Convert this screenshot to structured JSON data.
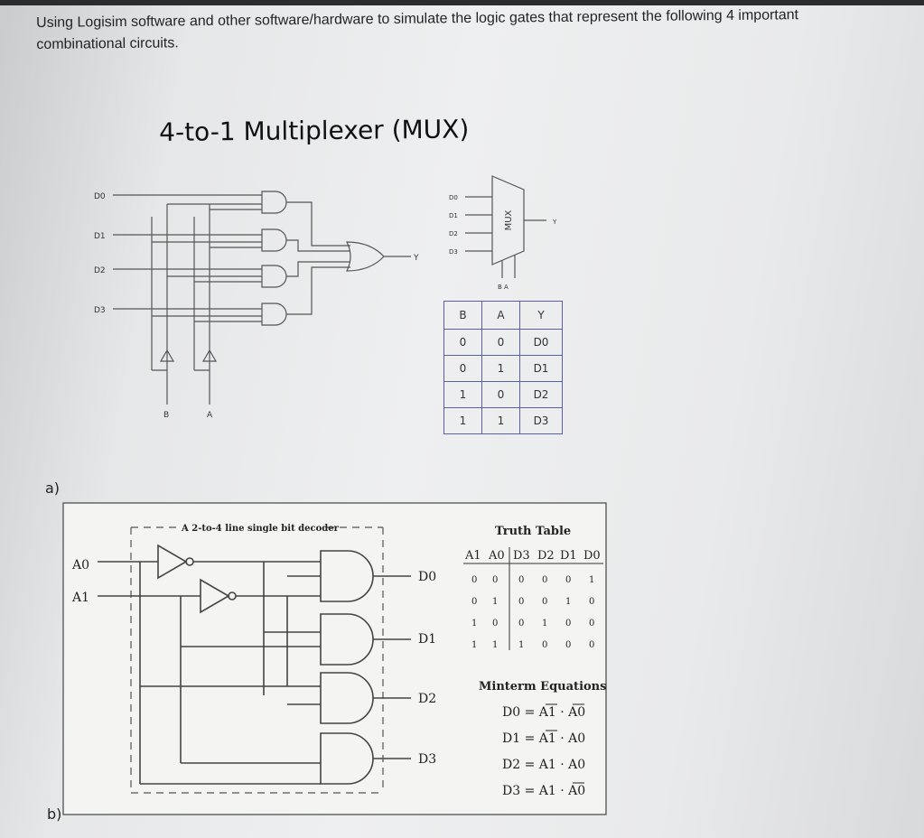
{
  "intro_text": "Using Logisim software and other software/hardware to simulate the logic gates that represent the following 4 important combinational circuits.",
  "mux": {
    "title": "4-to-1 Multiplexer (MUX)",
    "inputs": [
      "D0",
      "D1",
      "D2",
      "D3"
    ],
    "select_labels": [
      "B",
      "A"
    ],
    "output_label": "Y",
    "block_label": "MUX",
    "block_inputs": [
      "D0",
      "D1",
      "D2",
      "D3"
    ],
    "block_output": "Y",
    "block_select": "B  A",
    "truth_table": {
      "headers": [
        "B",
        "A",
        "Y"
      ],
      "rows": [
        [
          "0",
          "0",
          "D0"
        ],
        [
          "0",
          "1",
          "D1"
        ],
        [
          "1",
          "0",
          "D2"
        ],
        [
          "1",
          "1",
          "D3"
        ]
      ]
    }
  },
  "part_labels": {
    "a": "a)",
    "b": "b)"
  },
  "decoder": {
    "caption": "A 2-to-4 line single bit decoder",
    "inputs": [
      "A0",
      "A1"
    ],
    "outputs": [
      "D0",
      "D1",
      "D2",
      "D3"
    ],
    "truth_table_title": "Truth Table",
    "truth_headers": [
      "A1",
      "A0",
      "D3",
      "D2",
      "D1",
      "D0"
    ],
    "truth_rows": [
      [
        "0",
        "0",
        "0",
        "0",
        "0",
        "1"
      ],
      [
        "0",
        "1",
        "0",
        "0",
        "1",
        "0"
      ],
      [
        "1",
        "0",
        "0",
        "1",
        "0",
        "0"
      ],
      [
        "1",
        "1",
        "1",
        "0",
        "0",
        "0"
      ]
    ],
    "minterm_title": "Minterm Equations",
    "minterms": [
      "D0 = A1 · A0",
      "D1 = A1 · A0",
      "D2 = A1 · A0",
      "D3 = A1 · A0"
    ]
  }
}
